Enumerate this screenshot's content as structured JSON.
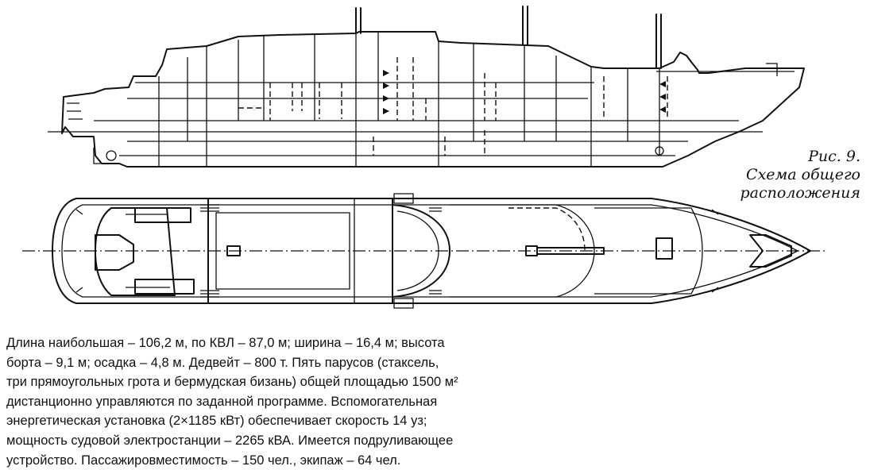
{
  "figure": {
    "number": "Рис. 9.",
    "title_line1": "Схема общего",
    "title_line2": "расположения"
  },
  "description": {
    "lines": [
      "Длина наибольшая – 106,2 м, по КВЛ – 87,0 м; ширина – 16,4 м; высота",
      "борта – 9,1 м; осадка – 4,8 м. Дедвейт – 800 т. Пять парусов (стаксель,",
      "три прямоугольных грота и бермудская бизань) общей площадью 1500 м²",
      "дистанционно управляются по заданной программе. Вспомогательная",
      "энергетическая установка (2×1185 кВт) обеспечивает скорость 14 уз;",
      "мощность судовой электростанции – 2265 кВА. Имеется подруливающее",
      "устройство. Пассажировместимость – 150 чел., экипаж – 64 чел."
    ]
  },
  "drawings": {
    "profile_view": "side-elevation",
    "plan_view": "top-plan"
  }
}
